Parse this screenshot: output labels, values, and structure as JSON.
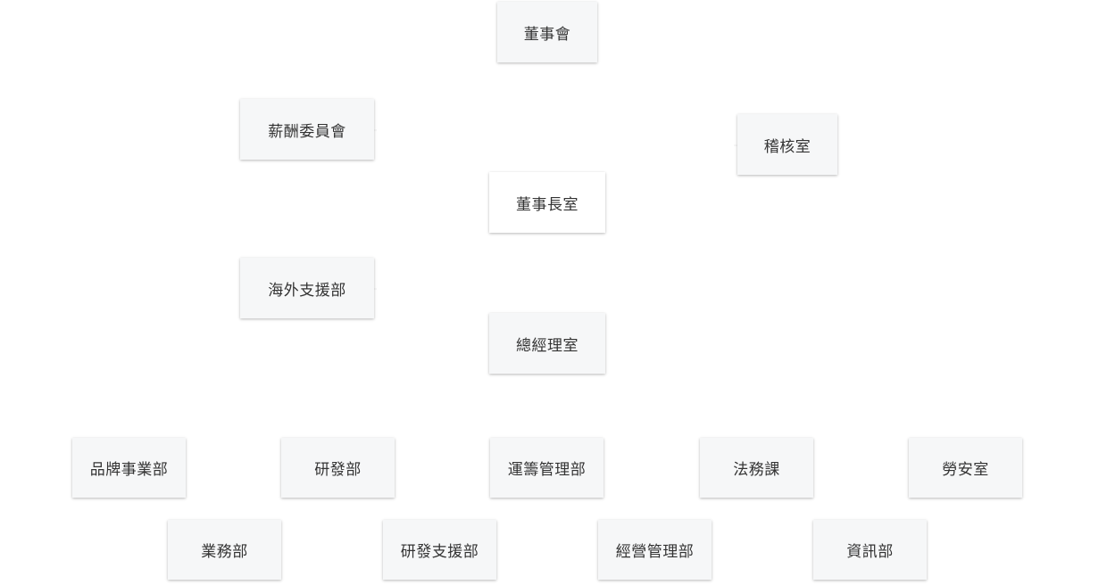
{
  "org_chart": {
    "board": "董事會",
    "compensation_committee": "薪酬委員會",
    "audit_office": "稽核室",
    "chairman_office": "董事長室",
    "overseas_support": "海外支援部",
    "gm_office": "總經理室",
    "departments_row1": [
      "品牌事業部",
      "研發部",
      "運籌管理部",
      "法務課",
      "勞安室"
    ],
    "departments_row2": [
      "業務部",
      "研發支援部",
      "經營管理部",
      "資訊部"
    ]
  },
  "colors": {
    "box_fill": "#f6f7f8",
    "box_fill_highlight": "#ffffff",
    "text": "#333333",
    "connector": "#eeeeee"
  }
}
